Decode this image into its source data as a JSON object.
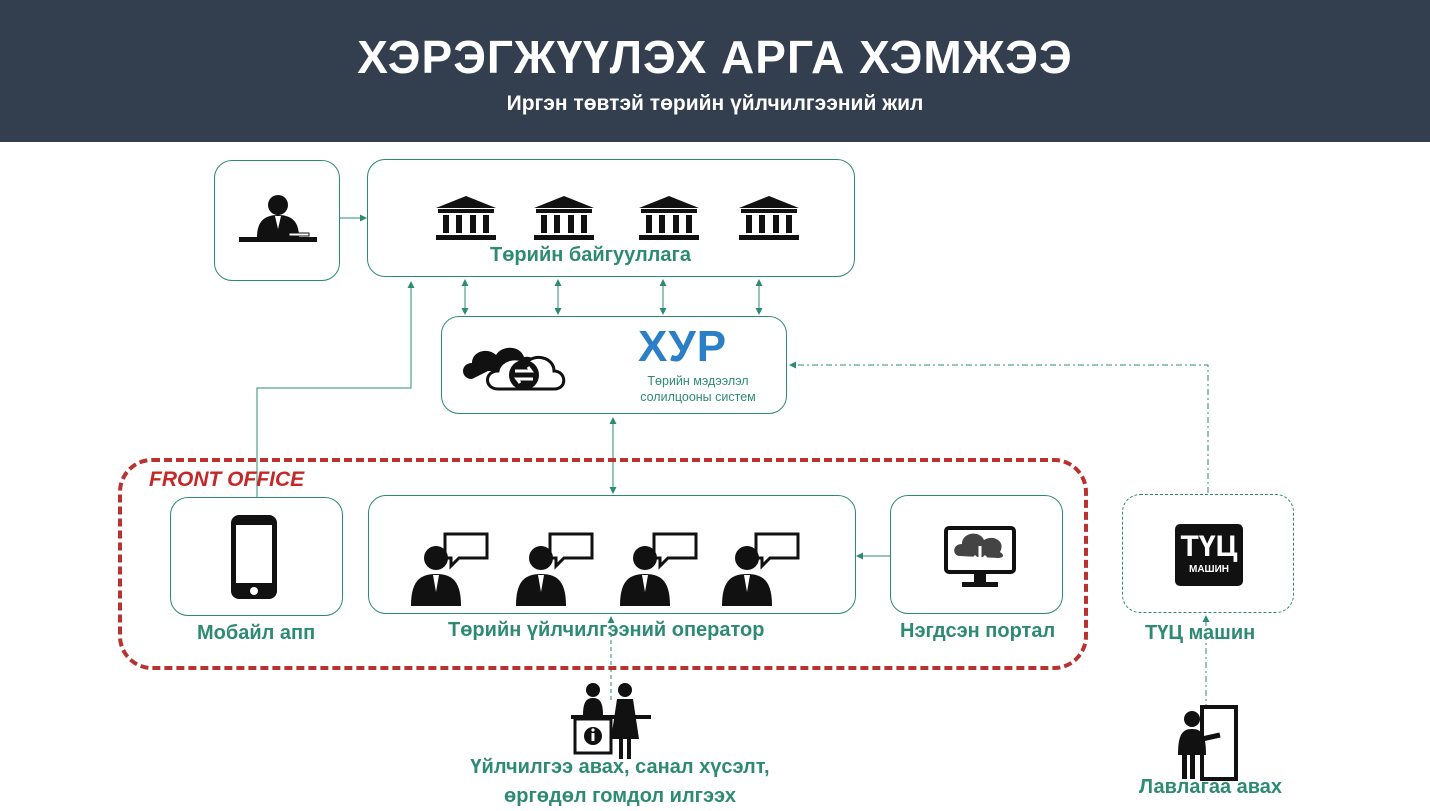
{
  "header": {
    "title": "ХЭРЭГЖҮҮЛЭХ АРГА ХЭМЖЭЭ",
    "subtitle": "Иргэн төвтэй төрийн үйлчилгээний жил"
  },
  "nodes": {
    "government_org": "Төрийн байгууллага",
    "khur_logo": "ХУР",
    "khur_desc_line1": "Төрийн мэдээлэл",
    "khur_desc_line2": "солилцооны систем",
    "front_office": "FRONT OFFICE",
    "mobile_app": "Мобайл апп",
    "operator": "Төрийн үйлчилгээний оператор",
    "portal": "Нэгдсэн портал",
    "tuts_logo_top": "ТҮЦ",
    "tuts_logo_bottom": "МАШИН",
    "tuts_machine": "ТҮЦ машин",
    "service_line1": "Үйлчилгээ авах, санал хүсэлт,",
    "service_line2": "өргөдөл гомдол илгээх",
    "inquiry": "Лавлагаа авах"
  },
  "colors": {
    "header_bg": "#333f4e",
    "accent": "#2e8b73",
    "front_office": "#c62828"
  },
  "icons": [
    "official-desk-icon",
    "building-icon",
    "cloud-sync-icon",
    "smartphone-icon",
    "operator-chat-icon",
    "portal-monitor-icon",
    "reception-desk-icon",
    "kiosk-user-icon"
  ]
}
